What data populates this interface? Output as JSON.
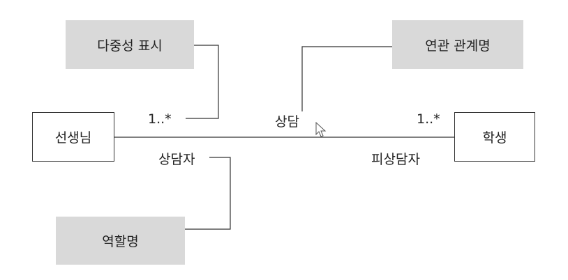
{
  "notes": {
    "multiplicity": "다중성 표시",
    "association_name": "연관 관계명",
    "role_name": "역할명"
  },
  "classes": {
    "teacher": "선생님",
    "student": "학생"
  },
  "association": {
    "name": "상담",
    "left_multiplicity": "1..*",
    "right_multiplicity": "1..*",
    "left_role": "상담자",
    "right_role": "피상담자"
  },
  "colors": {
    "note_fill": "#d9d9d9",
    "line": "#333333"
  },
  "icons": {
    "cursor": "mouse-pointer-icon"
  }
}
